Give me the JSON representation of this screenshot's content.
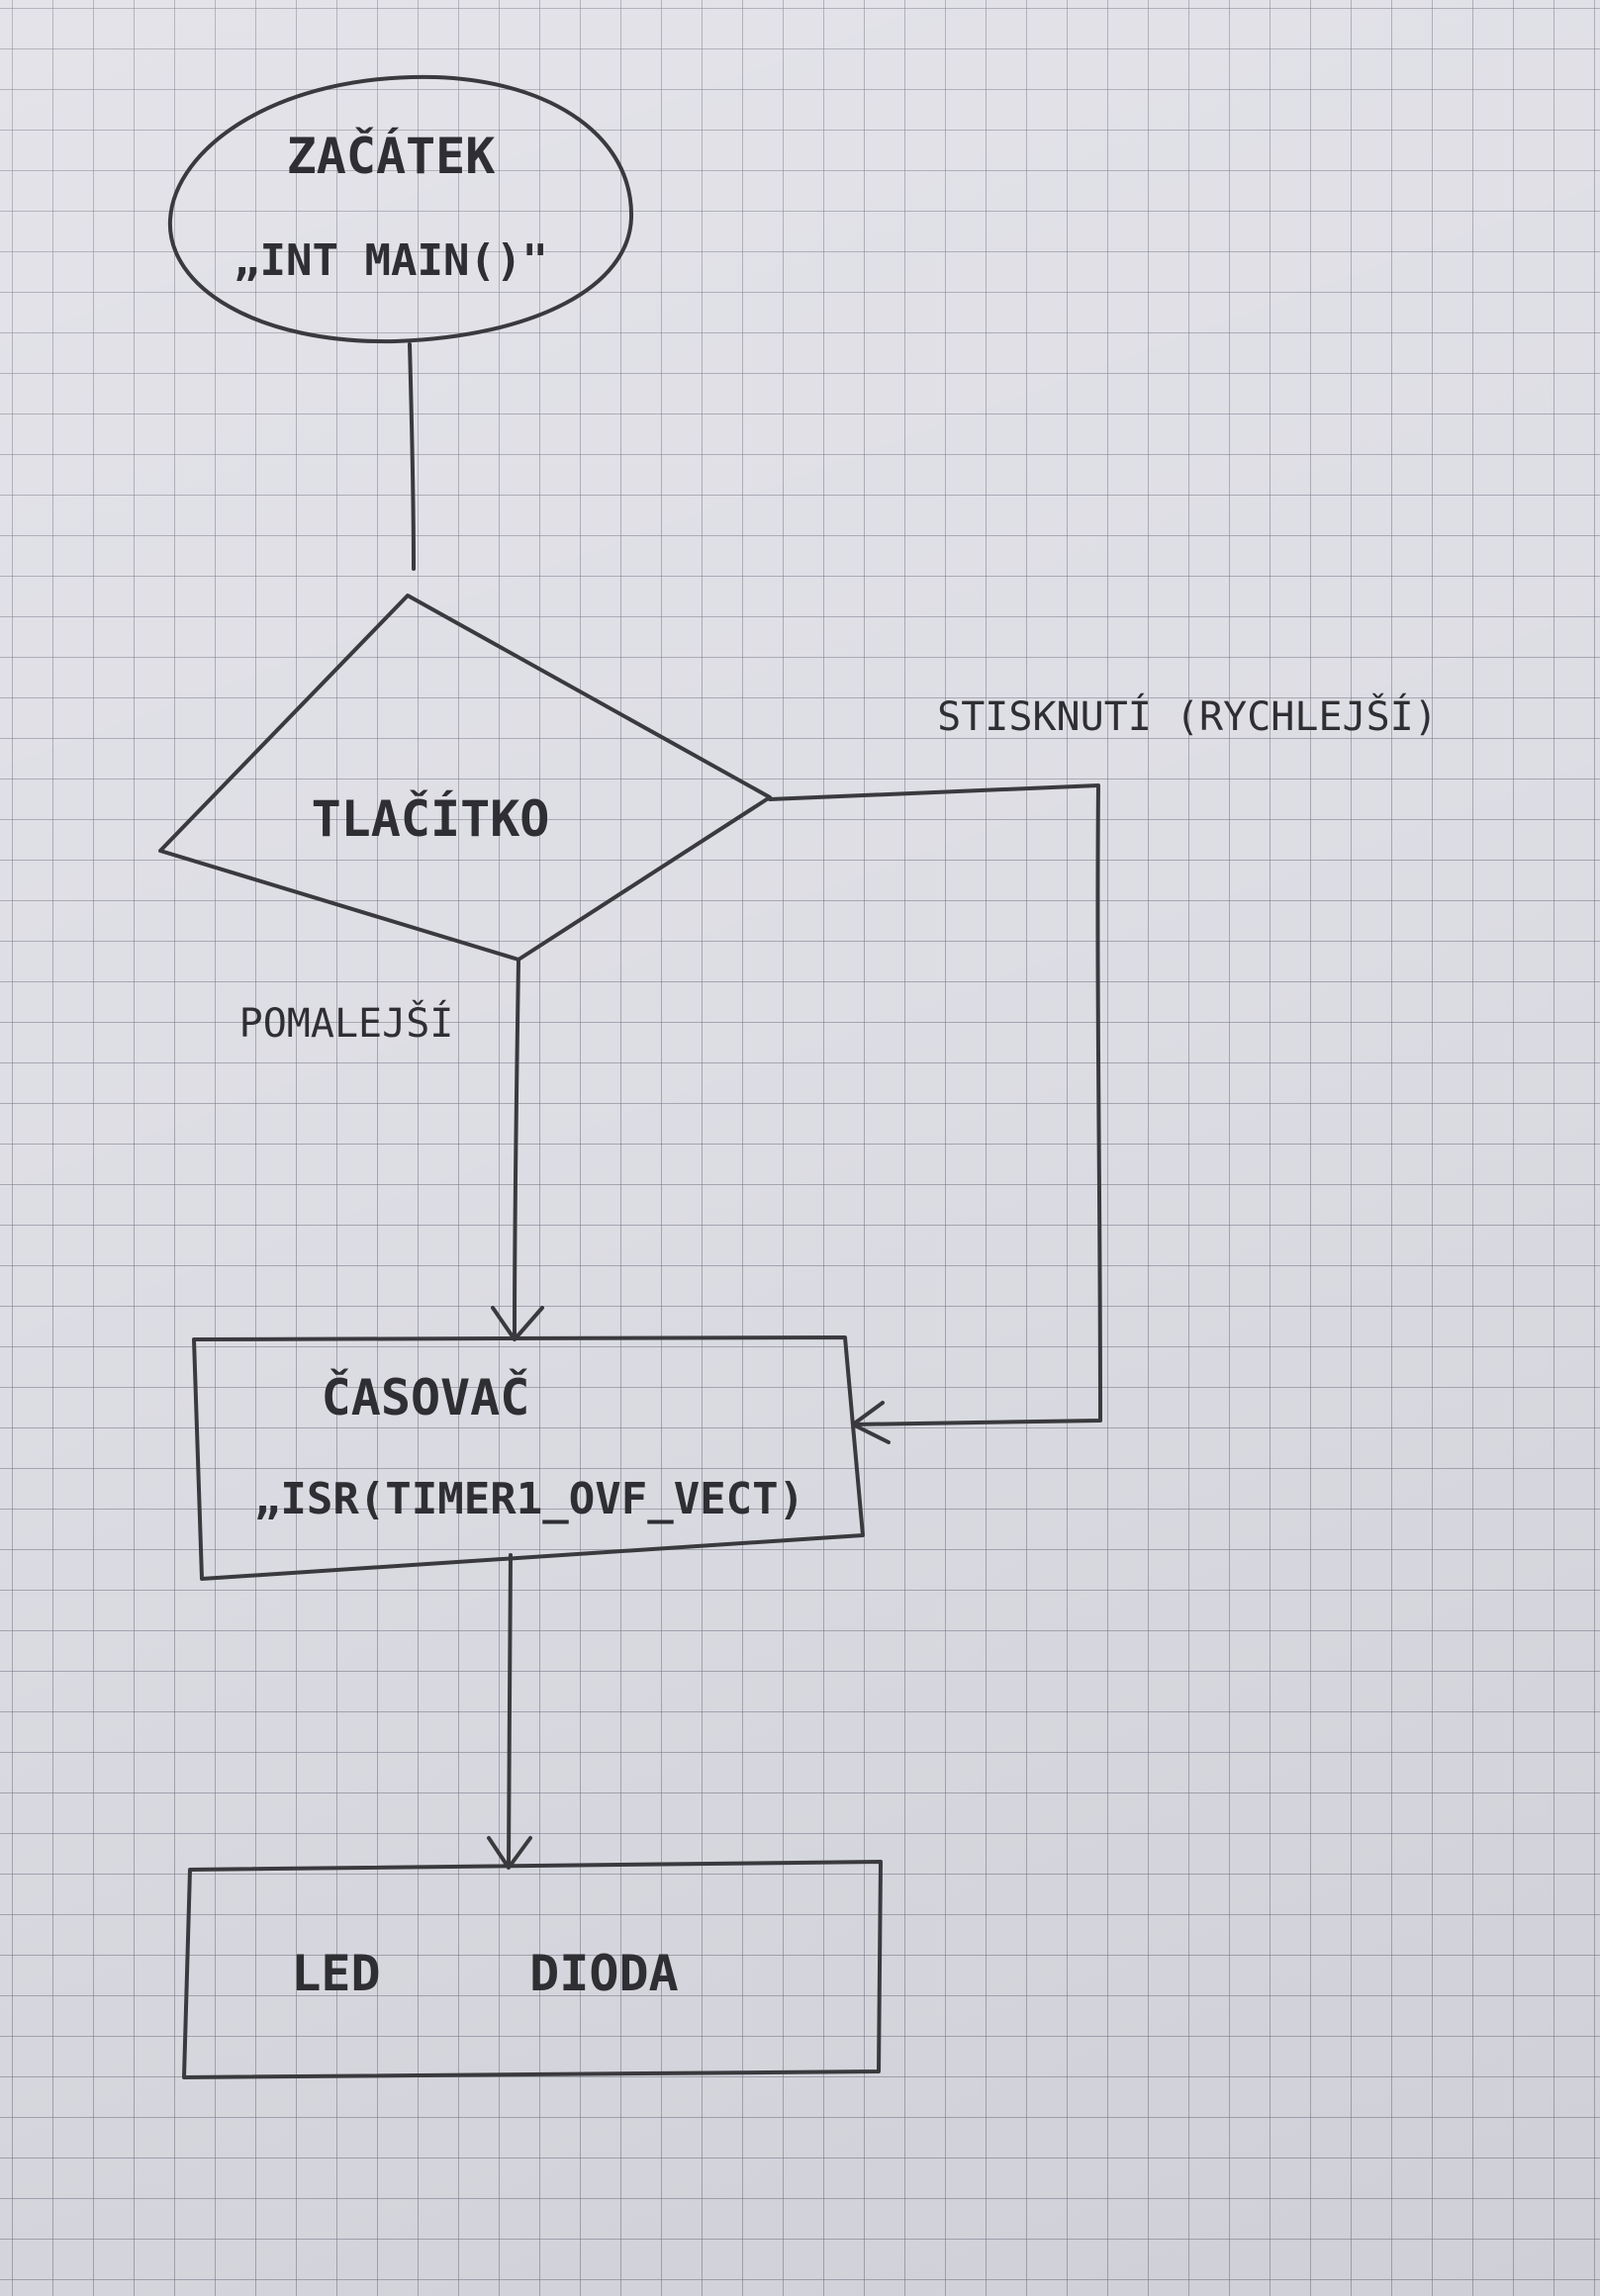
{
  "flowchart": {
    "start": {
      "title": "ZAČÁTEK",
      "subtitle": "„INT MAIN()\""
    },
    "decision": {
      "label": "TLAČÍTKO"
    },
    "branch_yes": {
      "label": "STISKNUTÍ (RYCHLEJŠÍ)"
    },
    "branch_no": {
      "label": "POMALEJŠÍ"
    },
    "timer": {
      "title": "ČASOVAČ",
      "subtitle": "„ISR(TIMER1_OVF_VECT)"
    },
    "led": {
      "label": "LED     DIODA"
    }
  },
  "colors": {
    "paper": "#dddde4",
    "grid": "#787887",
    "ink": "#3a3a3e"
  }
}
